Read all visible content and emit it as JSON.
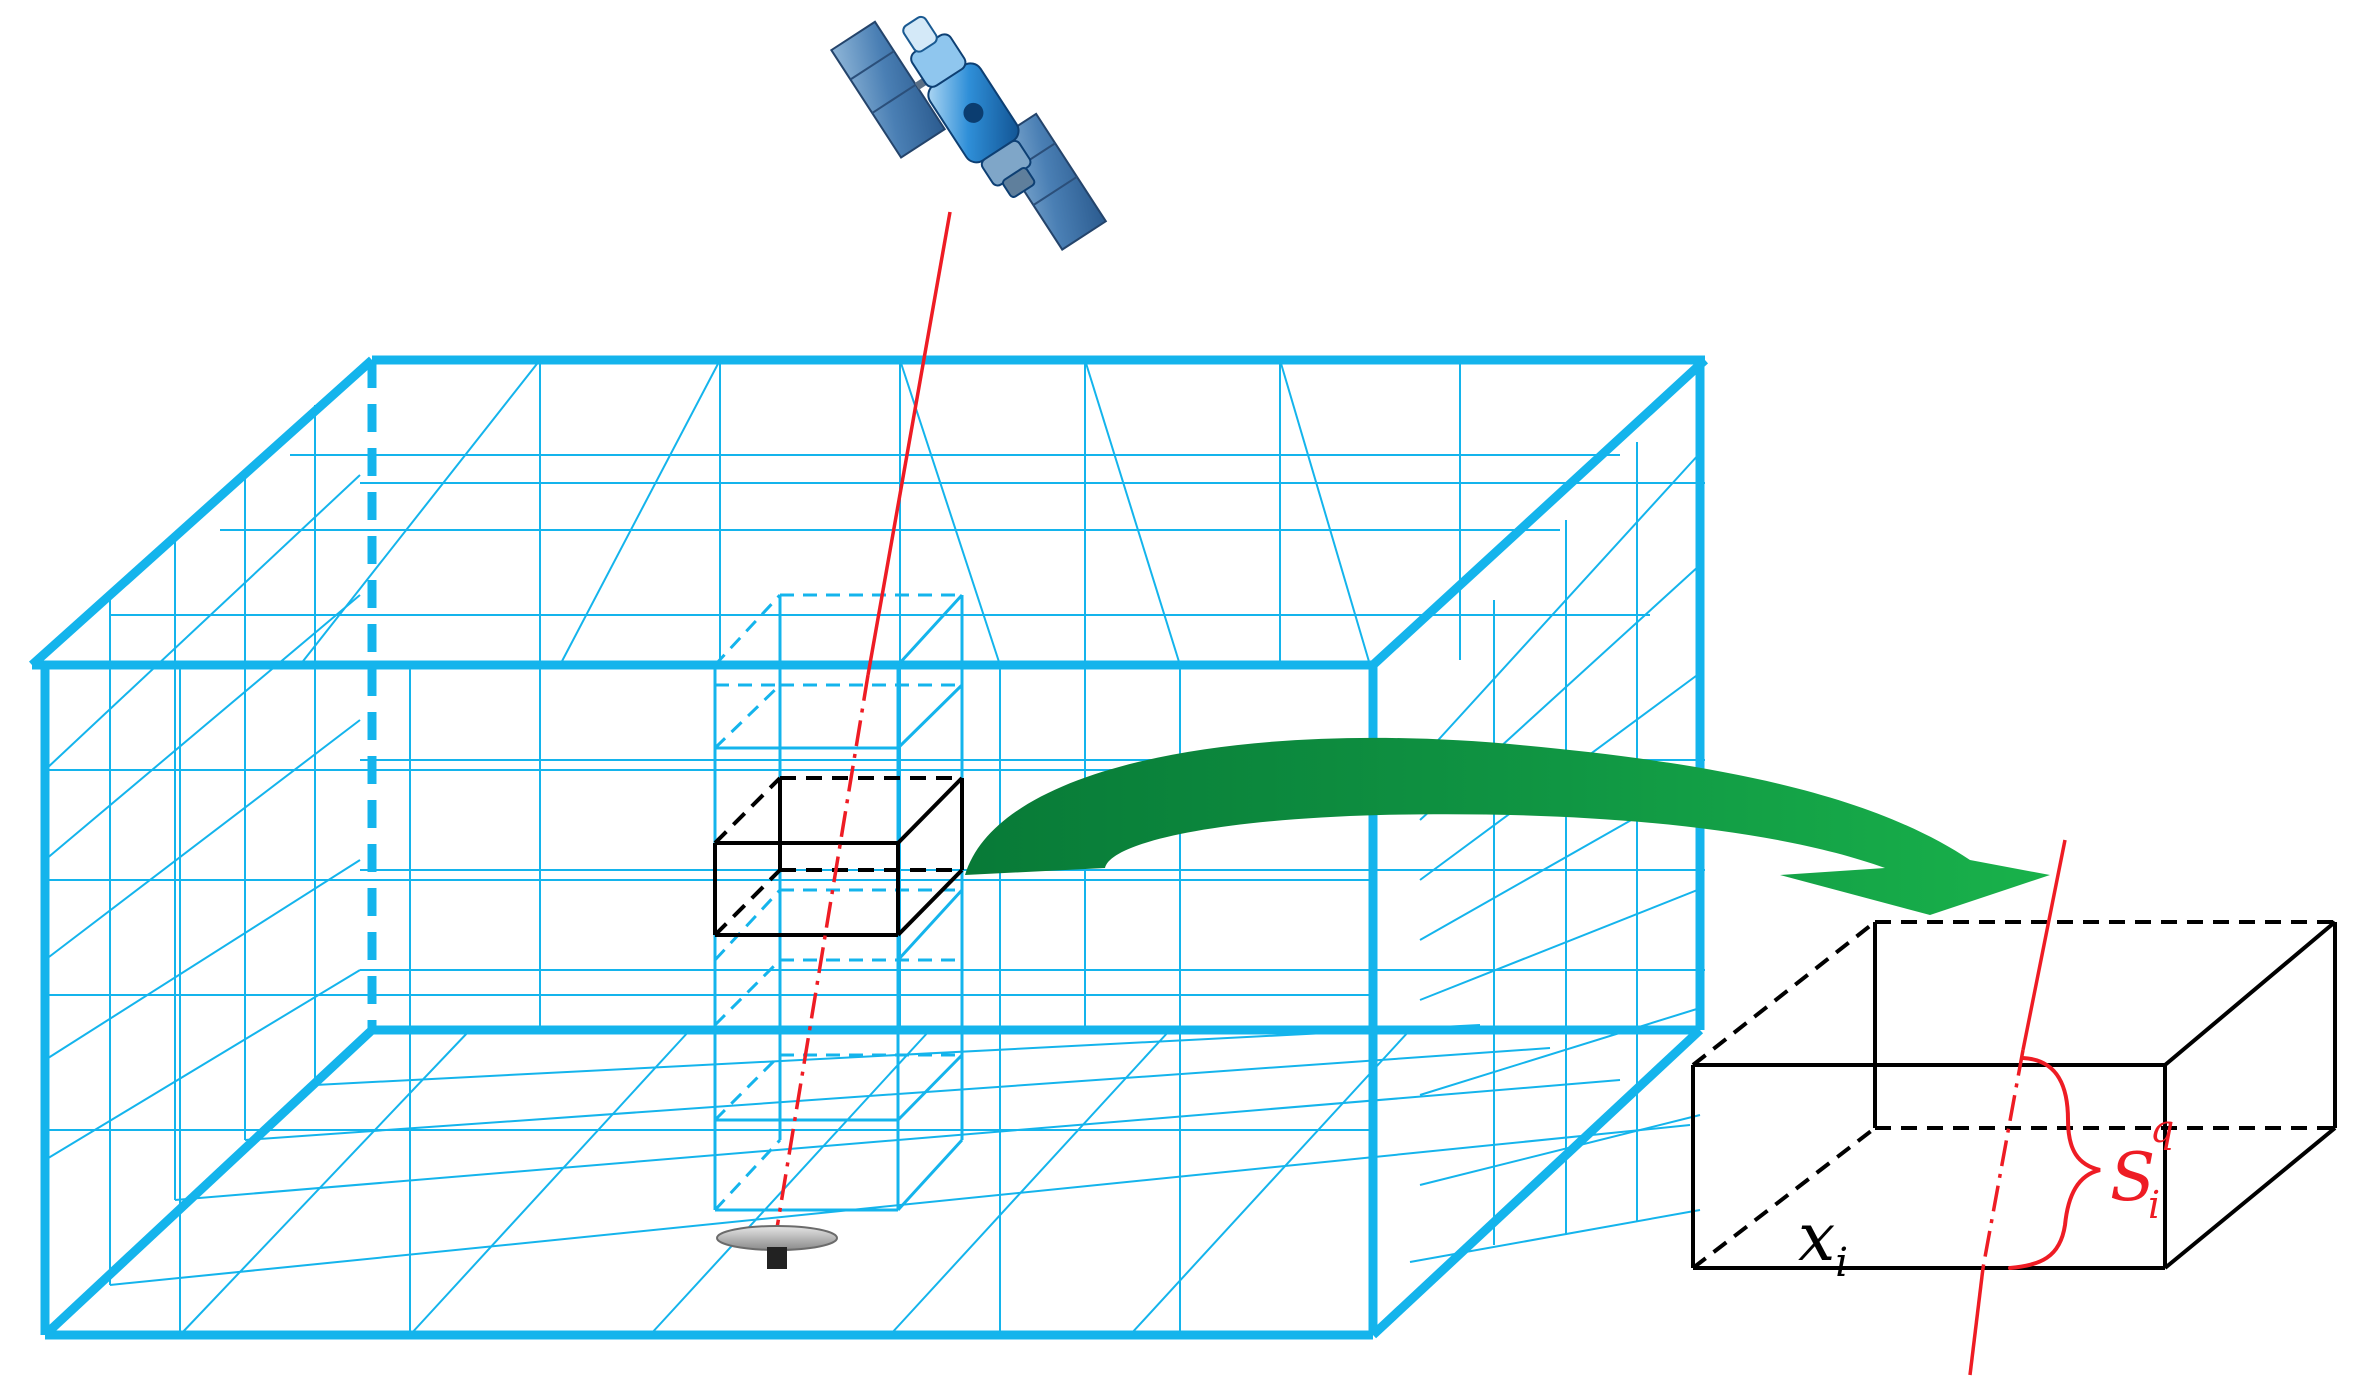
{
  "colors": {
    "grid": "#14b4ec",
    "ray": "#ee1c24",
    "arrow_dark": "#087a37",
    "arrow_light": "#19b24b",
    "voxel": "#000000"
  },
  "icons": {
    "satellite": "satellite-icon",
    "receiver": "receiver-antenna-icon"
  },
  "labels": {
    "voxel_var": {
      "base": "x",
      "sub": "i"
    },
    "slant_path": {
      "base": "S",
      "sub": "i",
      "sup": "q"
    }
  }
}
